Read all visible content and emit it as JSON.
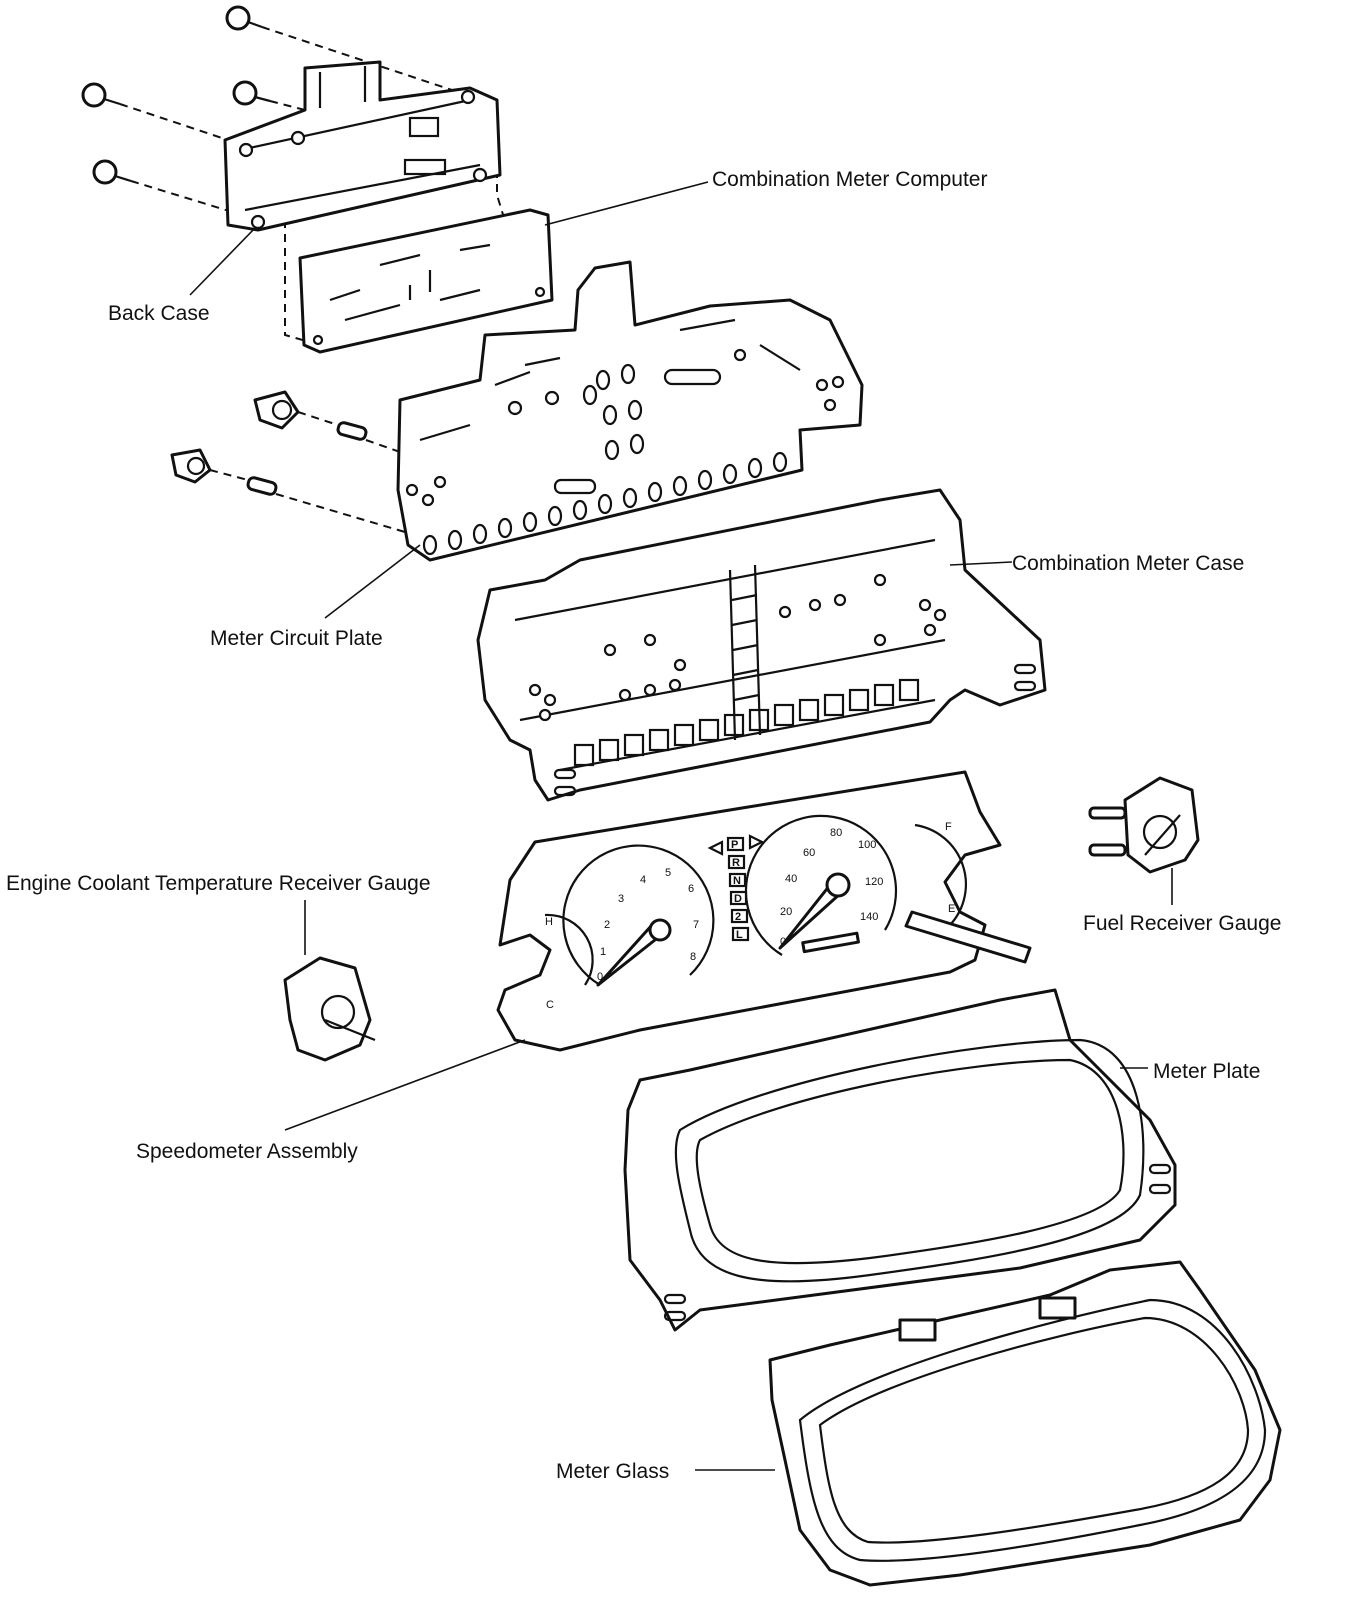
{
  "labels": {
    "combination_meter_computer": "Combination Meter Computer",
    "back_case": "Back Case",
    "combination_meter_case": "Combination Meter Case",
    "meter_circuit_plate": "Meter Circuit Plate",
    "engine_coolant_temperature_receiver_gauge": "Engine Coolant Temperature Receiver Gauge",
    "fuel_receiver_gauge": "Fuel Receiver Gauge",
    "meter_plate": "Meter Plate",
    "speedometer_assembly": "Speedometer Assembly",
    "meter_glass": "Meter Glass"
  },
  "dial_markings": {
    "temp_hot": "H",
    "temp_cold": "C",
    "tach": [
      "0",
      "1",
      "2",
      "3",
      "4",
      "5",
      "6",
      "7",
      "8"
    ],
    "speed": [
      "0",
      "20",
      "40",
      "60",
      "80",
      "100",
      "120",
      "140"
    ],
    "gear": [
      "P",
      "R",
      "N",
      "D",
      "2",
      "L"
    ],
    "fuel_full": "F",
    "fuel_empty": "E"
  }
}
